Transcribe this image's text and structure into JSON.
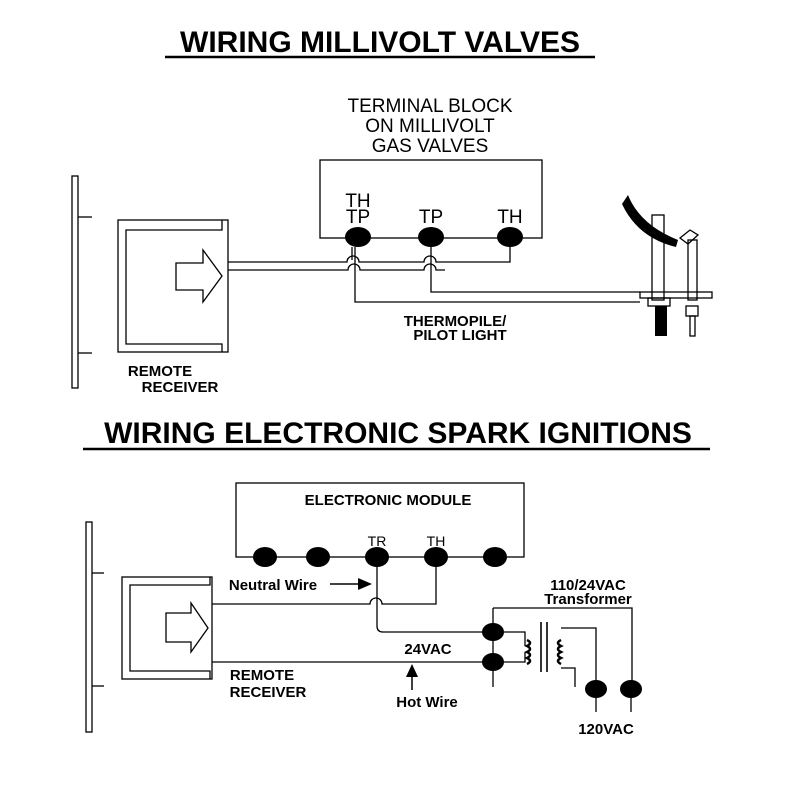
{
  "section1": {
    "title": "WIRING MILLIVOLT VALVES",
    "terminal_block_label": [
      "TERMINAL BLOCK",
      "ON MILLIVOLT",
      "GAS VALVES"
    ],
    "terminal_th_tp": [
      "TH",
      "TP"
    ],
    "terminal_tp": "TP",
    "terminal_th": "TH",
    "thermopile_label": [
      "THERMOPILE/",
      "PILOT LIGHT"
    ],
    "receiver_label": [
      "REMOTE",
      "RECEIVER"
    ]
  },
  "section2": {
    "title": "WIRING ELECTRONIC SPARK IGNITIONS",
    "module_label": "ELECTRONIC MODULE",
    "terminal_tr": "TR",
    "terminal_th": "TH",
    "neutral_wire": "Neutral Wire",
    "transformer_label": [
      "110/24VAC",
      "Transformer"
    ],
    "vac24": "24VAC",
    "receiver_label": [
      "REMOTE",
      "RECEIVER"
    ],
    "hot_wire": "Hot Wire",
    "vac120": "120VAC"
  }
}
